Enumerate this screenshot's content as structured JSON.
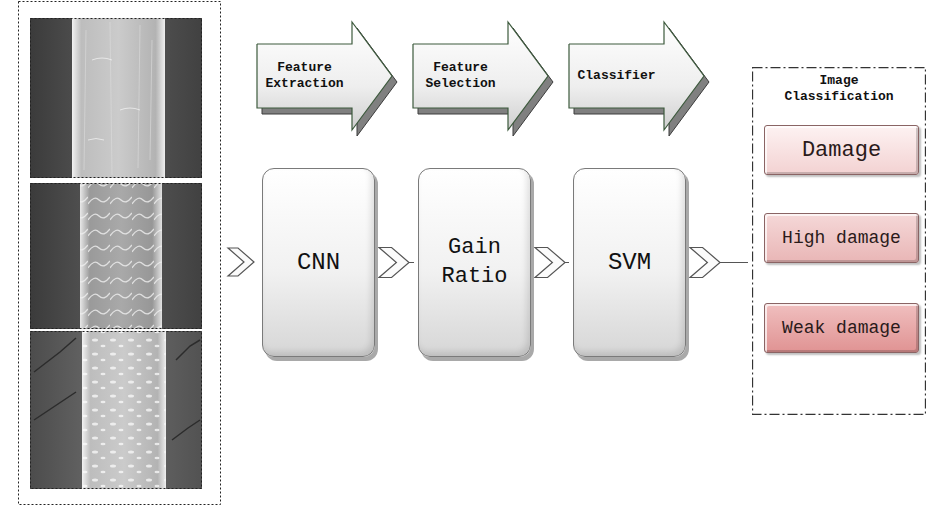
{
  "diagram": {
    "nodes": [
      {
        "text": [
          "Feature Extraction"
        ]
      },
      {
        "text": [
          "CNN"
        ]
      },
      {
        "text": [
          "Feature Selection"
        ]
      },
      {
        "text": [
          "Gain Ratio"
        ]
      },
      {
        "text": [
          "Classifier"
        ]
      },
      {
        "text": [
          "SVM"
        ]
      },
      {
        "text": [
          "Image Classification"
        ]
      },
      {
        "text": [
          "Damage"
        ],
        "in": 6
      },
      {
        "text": [
          "High damage"
        ],
        "in": 6
      },
      {
        "text": [
          "Weak damage"
        ],
        "in": 6
      }
    ],
    "edges": [
      {
        "from": 1,
        "to": 3,
        "arrow": "to"
      },
      {
        "from": 3,
        "to": 5,
        "arrow": "to"
      },
      {
        "from": 5,
        "to": 6,
        "arrow": "to"
      }
    ]
  }
}
